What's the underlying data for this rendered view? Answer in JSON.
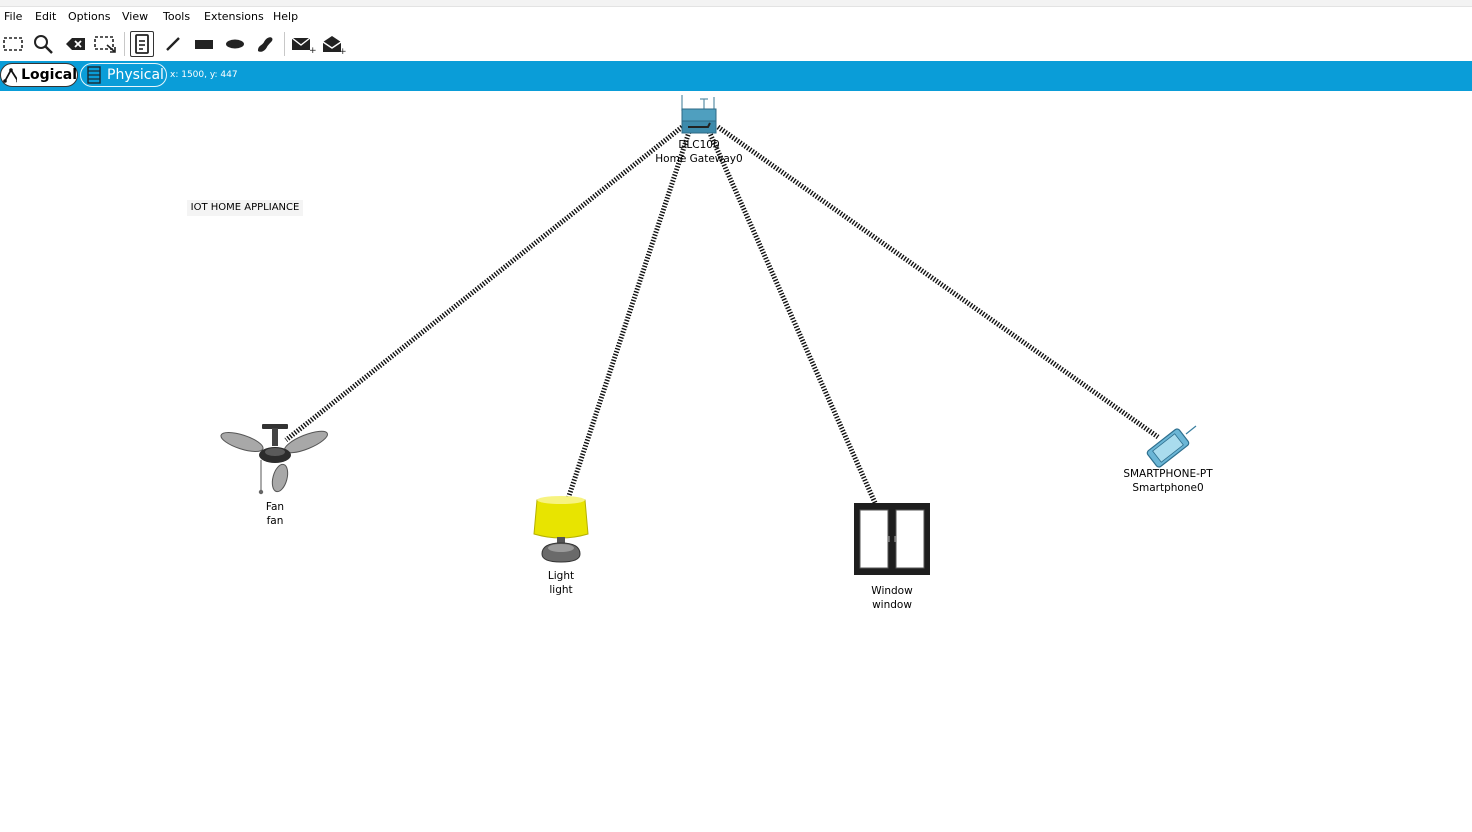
{
  "menubar": {
    "items": [
      "File",
      "Edit",
      "Options",
      "View",
      "Tools",
      "Extensions",
      "Help"
    ]
  },
  "toolbar": {
    "tools": [
      "select-icon",
      "inspect-icon",
      "delete-icon",
      "resize-icon",
      "note-icon",
      "draw-line-icon",
      "draw-rectangle-icon",
      "draw-ellipse-icon",
      "freeform-icon",
      "add-simple-pdu-icon",
      "add-complex-pdu-icon"
    ]
  },
  "workspace_bar": {
    "logical_label": "Logical",
    "physical_label": "Physical",
    "coords_text": "x: 1500, y: 447",
    "bar_color": "#0a9dd8"
  },
  "canvas": {
    "note": "IOT HOME APPLIANCE",
    "link_color": "#111111",
    "devices": {
      "gateway": {
        "model": "DLC100",
        "name": "Home Gateway0",
        "icon": "home-gateway-icon"
      },
      "fan": {
        "model": "Fan",
        "name": "fan",
        "icon": "ceiling-fan-icon"
      },
      "light": {
        "model": "Light",
        "name": "light",
        "icon": "lamp-icon"
      },
      "window": {
        "model": "Window",
        "name": "window",
        "icon": "window-icon"
      },
      "smartphone": {
        "model": "SMARTPHONE-PT",
        "name": "Smartphone0",
        "icon": "smartphone-icon"
      }
    }
  }
}
